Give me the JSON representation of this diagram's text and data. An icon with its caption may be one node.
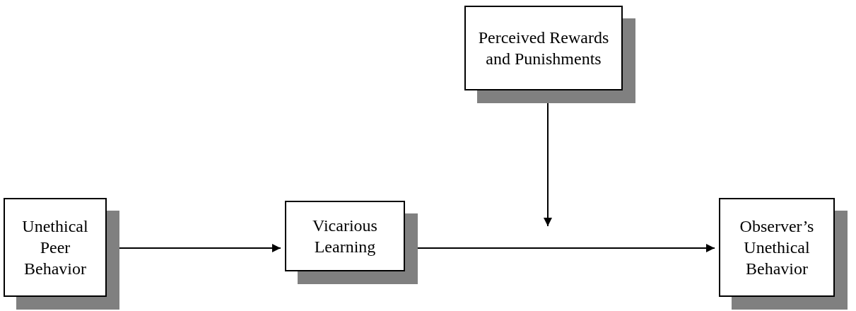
{
  "diagram": {
    "nodes": [
      {
        "text": [
          "Perceived Rewards and Punishments"
        ]
      },
      {
        "text": [
          "Unethical Peer Behavior"
        ]
      },
      {
        "text": [
          "Vicarious Learning"
        ]
      },
      {
        "text": [
          "Observer’s Unethical Behavior"
        ]
      }
    ],
    "edges": [
      {
        "from": 1,
        "to": 2,
        "arrow": "to"
      },
      {
        "from": 2,
        "to": 3,
        "arrow": "to"
      },
      {
        "from": 0,
        "to": null,
        "arrow": "to"
      }
    ]
  }
}
